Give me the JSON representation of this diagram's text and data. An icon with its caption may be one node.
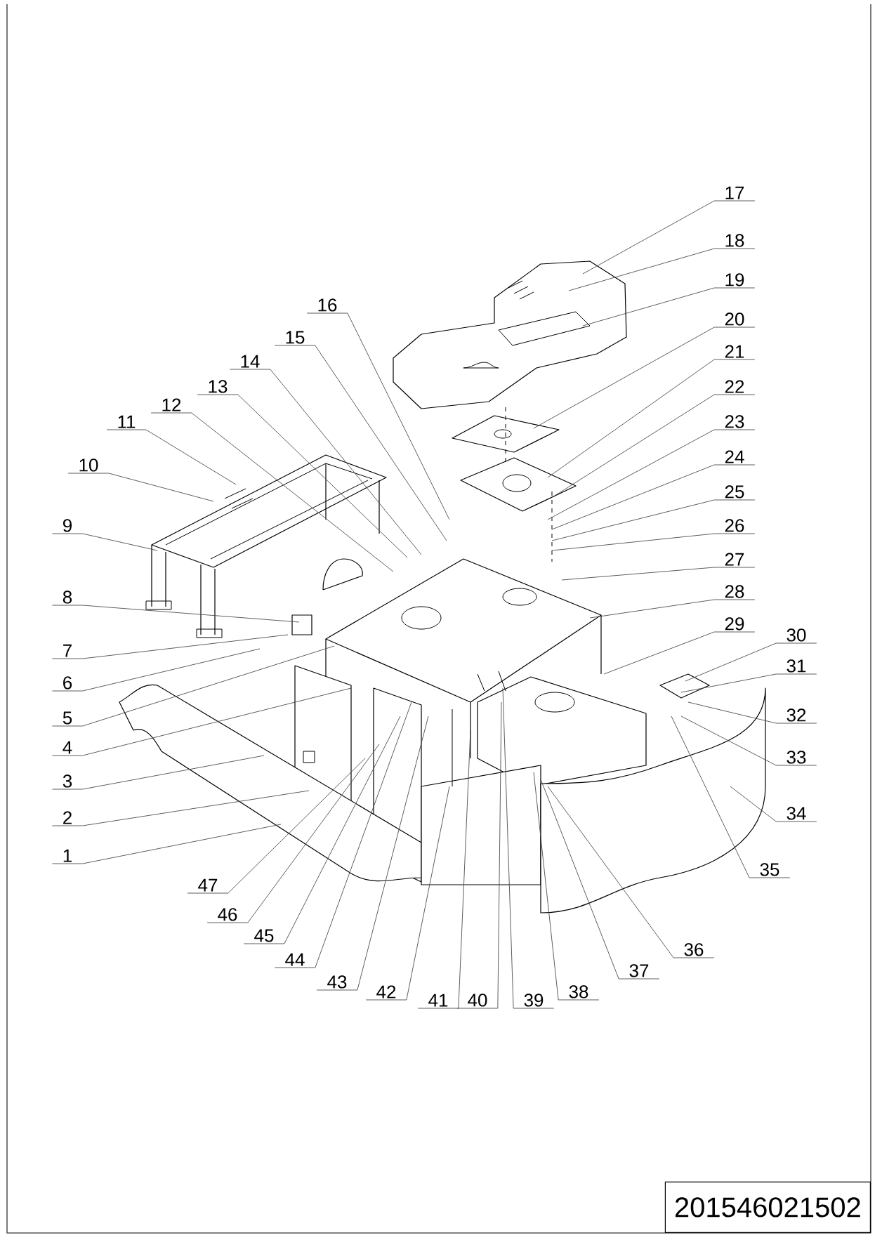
{
  "diagram": {
    "nodes": [
      {
        "text": [
          "1"
        ]
      },
      {
        "text": [
          "2"
        ]
      },
      {
        "text": [
          "3"
        ]
      },
      {
        "text": [
          "4"
        ]
      },
      {
        "text": [
          "5"
        ]
      },
      {
        "text": [
          "6"
        ]
      },
      {
        "text": [
          "7"
        ]
      },
      {
        "text": [
          "8"
        ]
      },
      {
        "text": [
          "9"
        ]
      },
      {
        "text": [
          "10"
        ]
      },
      {
        "text": [
          "11"
        ]
      },
      {
        "text": [
          "12"
        ]
      },
      {
        "text": [
          "13"
        ]
      },
      {
        "text": [
          "14"
        ]
      },
      {
        "text": [
          "15"
        ]
      },
      {
        "text": [
          "16"
        ]
      },
      {
        "text": [
          "17"
        ]
      },
      {
        "text": [
          "18"
        ]
      },
      {
        "text": [
          "19"
        ]
      },
      {
        "text": [
          "20"
        ]
      },
      {
        "text": [
          "21"
        ]
      },
      {
        "text": [
          "22"
        ]
      },
      {
        "text": [
          "23"
        ]
      },
      {
        "text": [
          "24"
        ]
      },
      {
        "text": [
          "25"
        ]
      },
      {
        "text": [
          "26"
        ]
      },
      {
        "text": [
          "27"
        ]
      },
      {
        "text": [
          "28"
        ]
      },
      {
        "text": [
          "29"
        ]
      },
      {
        "text": [
          "30"
        ]
      },
      {
        "text": [
          "31"
        ]
      },
      {
        "text": [
          "32"
        ]
      },
      {
        "text": [
          "33"
        ]
      },
      {
        "text": [
          "34"
        ]
      },
      {
        "text": [
          "35"
        ]
      },
      {
        "text": [
          "36"
        ]
      },
      {
        "text": [
          "37"
        ]
      },
      {
        "text": [
          "38"
        ]
      },
      {
        "text": [
          "39"
        ]
      },
      {
        "text": [
          "40"
        ]
      },
      {
        "text": [
          "41"
        ]
      },
      {
        "text": [
          "42"
        ]
      },
      {
        "text": [
          "43"
        ]
      },
      {
        "text": [
          "44"
        ]
      },
      {
        "text": [
          "45"
        ]
      },
      {
        "text": [
          "46"
        ]
      },
      {
        "text": [
          "47"
        ]
      }
    ],
    "edges": [
      {
        "from": 0,
        "to": null,
        "arrow": "none"
      },
      {
        "from": 1,
        "to": null,
        "arrow": "none"
      },
      {
        "from": 2,
        "to": null,
        "arrow": "none"
      },
      {
        "from": 3,
        "to": null,
        "arrow": "none"
      },
      {
        "from": 4,
        "to": null,
        "arrow": "none"
      },
      {
        "from": 5,
        "to": null,
        "arrow": "none"
      },
      {
        "from": 6,
        "to": null,
        "arrow": "none"
      },
      {
        "from": 7,
        "to": null,
        "arrow": "none"
      },
      {
        "from": 8,
        "to": null,
        "arrow": "none"
      },
      {
        "from": 9,
        "to": null,
        "arrow": "none"
      },
      {
        "from": 10,
        "to": null,
        "arrow": "none"
      },
      {
        "from": 11,
        "to": null,
        "arrow": "none"
      },
      {
        "from": 12,
        "to": null,
        "arrow": "none"
      },
      {
        "from": 13,
        "to": null,
        "arrow": "none"
      },
      {
        "from": 14,
        "to": null,
        "arrow": "none"
      },
      {
        "from": 15,
        "to": null,
        "arrow": "none"
      },
      {
        "from": 16,
        "to": null,
        "arrow": "none"
      },
      {
        "from": 17,
        "to": null,
        "arrow": "none"
      },
      {
        "from": 18,
        "to": null,
        "arrow": "none"
      },
      {
        "from": 19,
        "to": null,
        "arrow": "none"
      },
      {
        "from": 20,
        "to": null,
        "arrow": "none"
      },
      {
        "from": 21,
        "to": null,
        "arrow": "none"
      },
      {
        "from": 22,
        "to": null,
        "arrow": "none"
      },
      {
        "from": 23,
        "to": null,
        "arrow": "none"
      },
      {
        "from": 24,
        "to": null,
        "arrow": "none"
      },
      {
        "from": 25,
        "to": null,
        "arrow": "none"
      },
      {
        "from": 26,
        "to": null,
        "arrow": "none"
      },
      {
        "from": 27,
        "to": null,
        "arrow": "none"
      },
      {
        "from": 28,
        "to": null,
        "arrow": "none"
      },
      {
        "from": 29,
        "to": null,
        "arrow": "none"
      },
      {
        "from": 30,
        "to": null,
        "arrow": "none"
      },
      {
        "from": 31,
        "to": null,
        "arrow": "none"
      },
      {
        "from": 32,
        "to": null,
        "arrow": "none"
      },
      {
        "from": 33,
        "to": null,
        "arrow": "none"
      },
      {
        "from": 34,
        "to": null,
        "arrow": "none"
      },
      {
        "from": 35,
        "to": null,
        "arrow": "none"
      },
      {
        "from": 36,
        "to": null,
        "arrow": "none"
      },
      {
        "from": 37,
        "to": null,
        "arrow": "none"
      },
      {
        "from": 38,
        "to": null,
        "arrow": "none"
      },
      {
        "from": 39,
        "to": null,
        "arrow": "none"
      },
      {
        "from": 40,
        "to": null,
        "arrow": "none"
      },
      {
        "from": 41,
        "to": null,
        "arrow": "none"
      },
      {
        "from": 42,
        "to": null,
        "arrow": "none"
      },
      {
        "from": 43,
        "to": null,
        "arrow": "none"
      },
      {
        "from": 44,
        "to": null,
        "arrow": "none"
      },
      {
        "from": 45,
        "to": null,
        "arrow": "none"
      },
      {
        "from": 46,
        "to": null,
        "arrow": "none"
      }
    ],
    "labels": [
      "201546021502"
    ]
  }
}
